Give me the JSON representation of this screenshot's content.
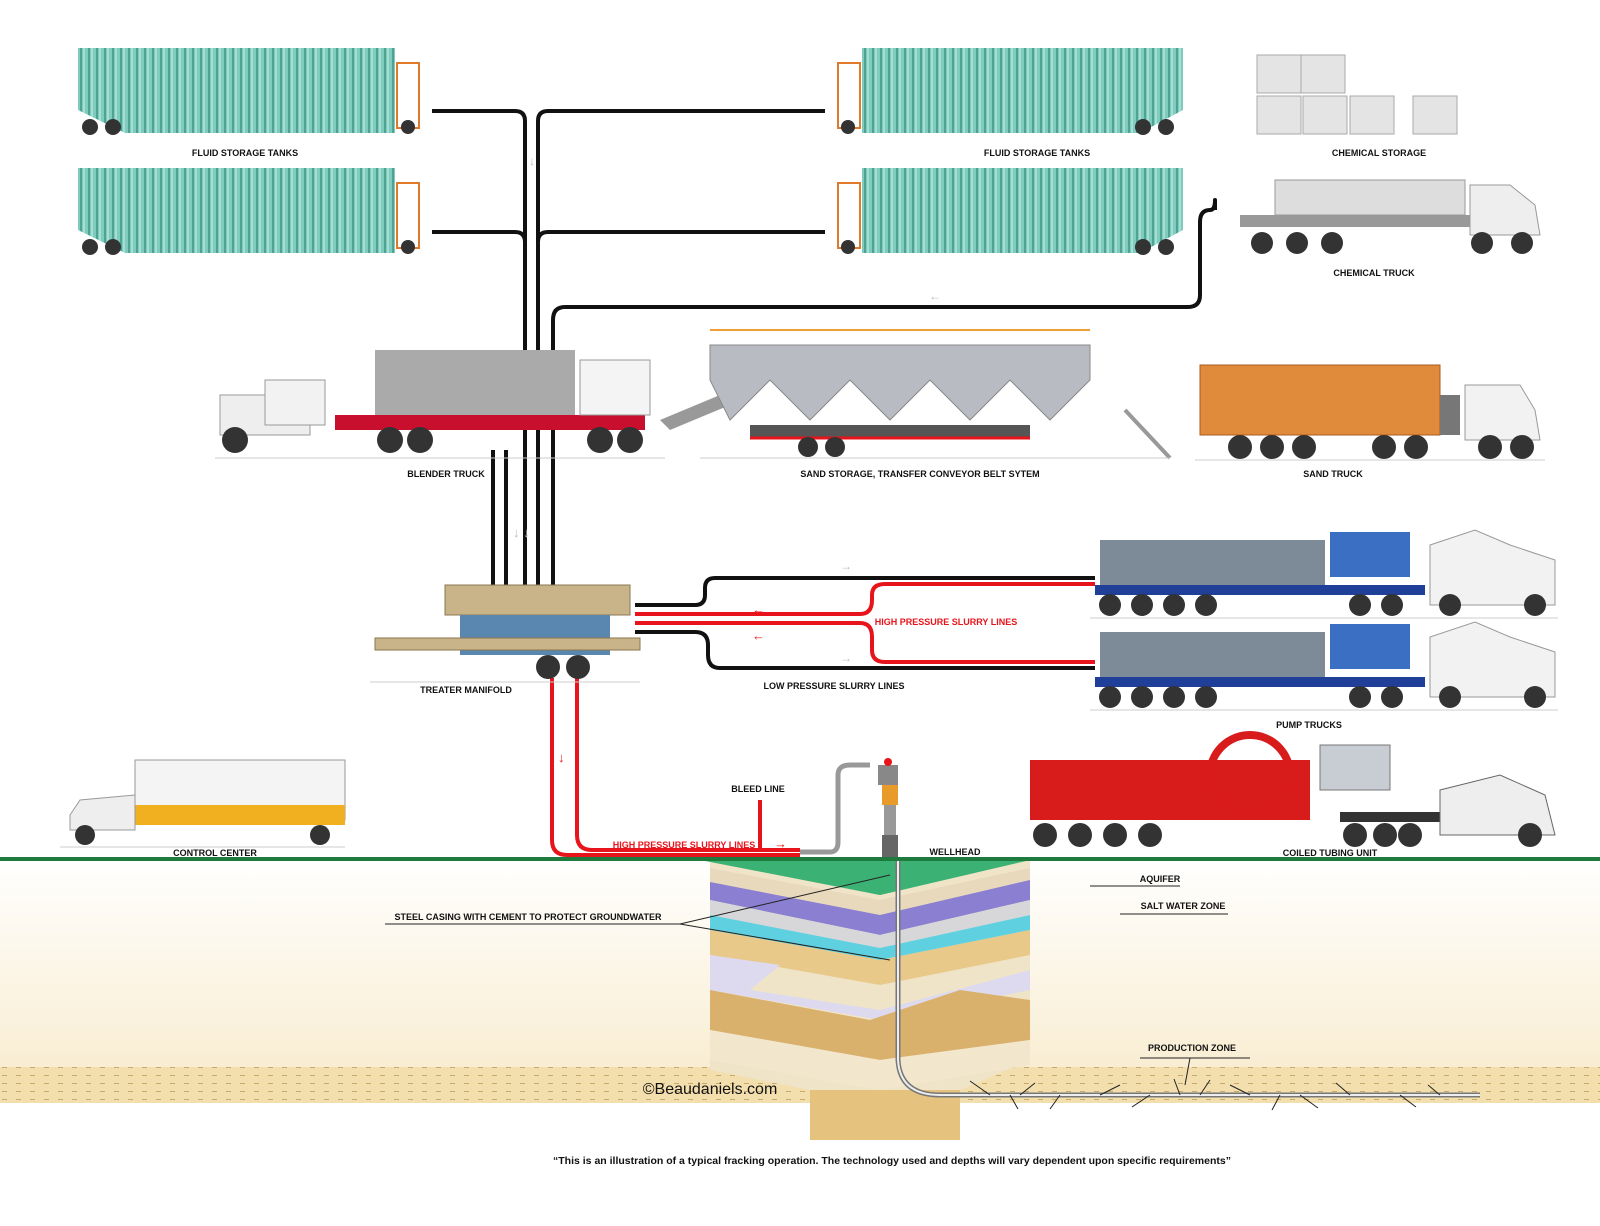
{
  "labels": {
    "fluid_tanks_left": "FLUID STORAGE TANKS",
    "fluid_tanks_right": "FLUID STORAGE TANKS",
    "chemical_storage": "CHEMICAL STORAGE",
    "chemical_truck": "CHEMICAL TRUCK",
    "blender_truck": "BLENDER TRUCK",
    "sand_storage": "SAND  STORAGE, TRANSFER CONVEYOR BELT SYTEM",
    "sand_truck": "SAND TRUCK",
    "treater_manifold": "TREATER MANIFOLD",
    "hp_lines_upper": "HIGH PRESSURE SLURRY LINES",
    "lp_lines": "LOW PRESSURE SLURRY LINES",
    "pump_trucks": "PUMP TRUCKS",
    "control_center": "CONTROL CENTER",
    "bleed_line": "BLEED LINE",
    "hp_lines_lower": "HIGH PRESSURE SLURRY LINES",
    "wellhead": "WELLHEAD",
    "coiled_tubing": "COILED TUBING UNIT",
    "aquifer": "AQUIFER",
    "salt_water": "SALT WATER ZONE",
    "steel_casing": "STEEL CASING WITH CEMENT TO PROTECT GROUNDWATER",
    "production_zone": "PRODUCTION ZONE"
  },
  "copyright": "©Beaudaniels.com",
  "caption": "“This is an illustration of a typical fracking operation.  The technology used and depths will vary dependent upon specific requirements”",
  "colors": {
    "low_pressure_line": "#111111",
    "high_pressure_line": "#e8141b",
    "tank": "#6fc1b3",
    "ground": "#3bb273",
    "aquifer": "#8a7fd0",
    "salt_water": "#5fd0e0",
    "sand": "#e8c98a"
  }
}
